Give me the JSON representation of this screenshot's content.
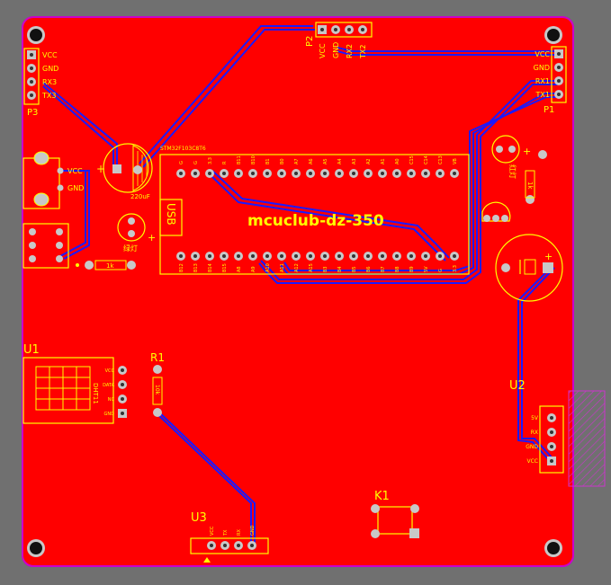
{
  "board": {
    "title": "mcuclub-dz-350",
    "colors": {
      "background": "#707070",
      "copper": "#ff0000",
      "outline": "#cc00cc",
      "silkscreen": "#ffff00",
      "trace": "#1a1aff",
      "pad": "#c8c8c8",
      "keepout": "#cc33cc"
    }
  },
  "headers": {
    "p3": {
      "label": "P3",
      "pins": [
        "VCC",
        "GND",
        "RX3",
        "TX3"
      ]
    },
    "p2": {
      "label": "P2",
      "pins": [
        "VCC",
        "GND",
        "RX2",
        "TX2"
      ]
    },
    "p1": {
      "label": "P1",
      "pins": [
        "VCC",
        "GND",
        "RX1",
        "TX1"
      ]
    }
  },
  "power": {
    "vcc": "VCC",
    "gnd": "GND"
  },
  "capacitor": {
    "value": "220uF"
  },
  "mcu": {
    "label": "STM32F103C8T6",
    "usb": "USB",
    "top_pins": [
      "G",
      "G",
      "3.3",
      "R",
      "B11",
      "B10",
      "B1",
      "B0",
      "A7",
      "A6",
      "A5",
      "A4",
      "A3",
      "A2",
      "A1",
      "A0",
      "C15",
      "C14",
      "C13",
      "VB"
    ],
    "bottom_pins": [
      "B12",
      "B13",
      "B14",
      "B15",
      "A8",
      "A9",
      "A10",
      "A11",
      "A12",
      "A15",
      "B3",
      "B4",
      "B5",
      "B6",
      "B7",
      "B8",
      "B9",
      "5V",
      "G",
      "3.3"
    ]
  },
  "resistor_left": {
    "value": "1k"
  },
  "resistor_right": {
    "value": "1k"
  },
  "led_left": {
    "label": "绿灯"
  },
  "led_right": {
    "label": "红灯"
  },
  "u1": {
    "label": "U1",
    "part": "DHT11",
    "pins": [
      "VCC",
      "DATA",
      "NC",
      "GND"
    ]
  },
  "r1": {
    "label": "R1",
    "value": "10k"
  },
  "u2": {
    "label": "U2",
    "pins": [
      "5V",
      "RX",
      "GND",
      "VCC"
    ]
  },
  "u3": {
    "label": "U3",
    "pins": [
      "VCC",
      "TX",
      "RX",
      "GND"
    ]
  },
  "k1": {
    "label": "K1"
  }
}
